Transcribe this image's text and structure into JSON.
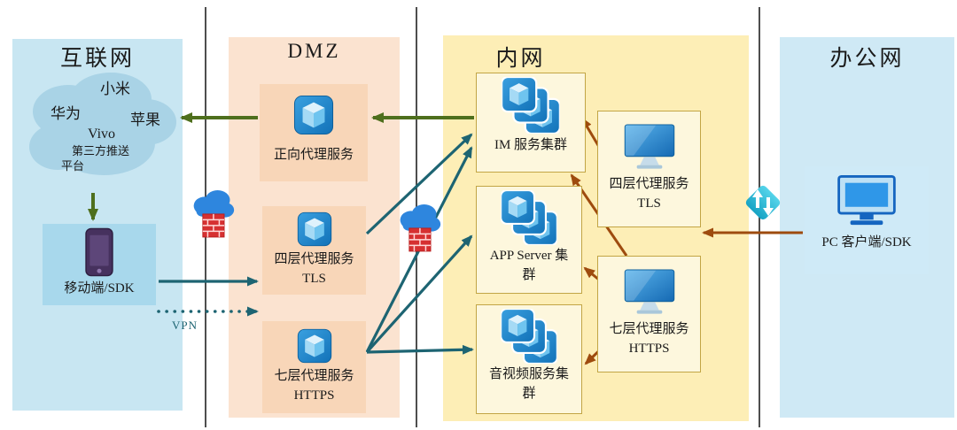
{
  "zones": {
    "internet": "互联网",
    "dmz": "DMZ",
    "intranet": "内网",
    "office": "办公网"
  },
  "internet": {
    "cloud": {
      "labels": [
        "小米",
        "华为",
        "苹果",
        "Vivo",
        "第三方推送",
        "平台"
      ]
    },
    "mobile": {
      "label": "移动端/SDK"
    },
    "vpn_label": "VPN"
  },
  "dmz": {
    "services": [
      {
        "label": "正向代理服务",
        "sub": ""
      },
      {
        "label": "四层代理服务",
        "sub": "TLS"
      },
      {
        "label": "七层代理服务",
        "sub": "HTTPS"
      }
    ]
  },
  "intranet": {
    "clusters": [
      {
        "label": "IM 服务集群"
      },
      {
        "label": "APP Server 集群"
      },
      {
        "label": "音视频服务集群"
      }
    ],
    "proxies": [
      {
        "label": "四层代理服务",
        "sub": "TLS"
      },
      {
        "label": "七层代理服务",
        "sub": "HTTPS"
      }
    ]
  },
  "office": {
    "pc": {
      "label": "PC 客户端/SDK"
    }
  },
  "icons": {
    "third_party_push": "cloud-icon",
    "mobile": "smartphone-icon",
    "dmz_service": "azure-cube-icon",
    "cluster": "stacked-cubes-icon",
    "intranet_proxy": "monitor-icon",
    "pc": "desktop-computer-icon",
    "boundary": "cloud-firewall-icon",
    "office_boundary": "network-gateway-icon"
  },
  "colors": {
    "arrow_green": "#4e6f1d",
    "arrow_teal": "#1d6472",
    "arrow_brown": "#9e4b0e",
    "zone_internet_bg": "#c8e6f2",
    "zone_dmz_bg": "#fbe3d0",
    "zone_intranet_bg": "#fdeeb6",
    "zone_office_bg": "#cfe9f5",
    "dmz_box_bg": "#f8d6b8",
    "intranet_box_bg": "#fdf7dd"
  }
}
